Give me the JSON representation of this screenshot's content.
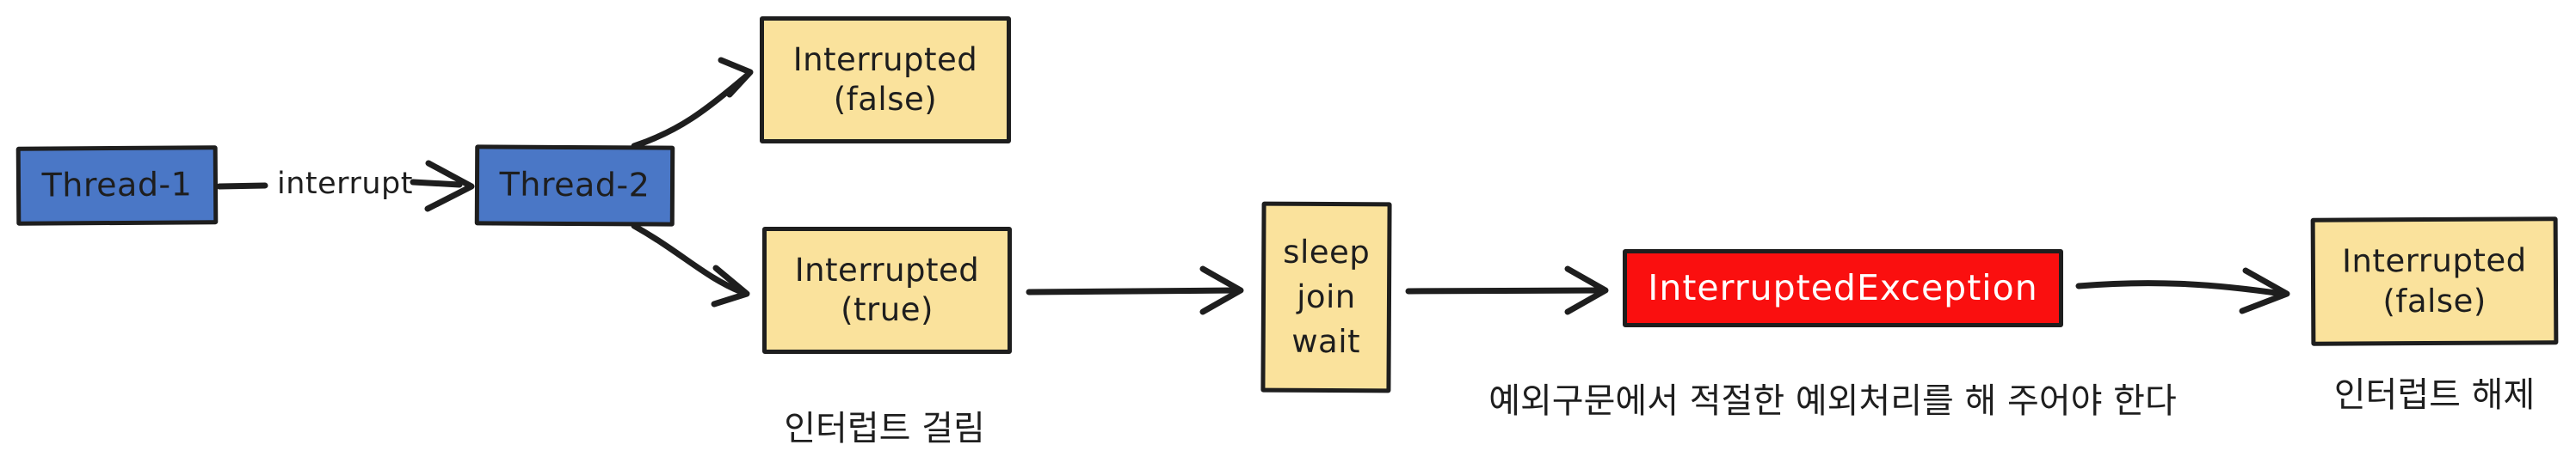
{
  "colors": {
    "node_blue": "#4a77c6",
    "node_yellow": "#fae29c",
    "node_red": "#fa0f0f",
    "stroke": "#1e1e1e",
    "text_dark": "#1e1e1e",
    "text_light": "#ffffff",
    "background": "#ffffff"
  },
  "nodes": {
    "thread1": {
      "label": "Thread-1"
    },
    "thread2": {
      "label": "Thread-2"
    },
    "interrupted_false_top": {
      "line1": "Interrupted",
      "line2": "(false)"
    },
    "interrupted_true": {
      "line1": "Interrupted",
      "line2": "(true)"
    },
    "blocking": {
      "line1": "sleep",
      "line2": "join",
      "line3": "wait"
    },
    "exception": {
      "label": "InterruptedException"
    },
    "interrupted_false_end": {
      "line1": "Interrupted",
      "line2": "(false)"
    }
  },
  "edge_labels": {
    "interrupt": "interrupt"
  },
  "captions": {
    "interrupt_set": "인터럽트 걸림",
    "exception_note": "예외구문에서 적절한 예외처리를 해 주어야 한다",
    "interrupt_cleared": "인터럽트 해제"
  }
}
